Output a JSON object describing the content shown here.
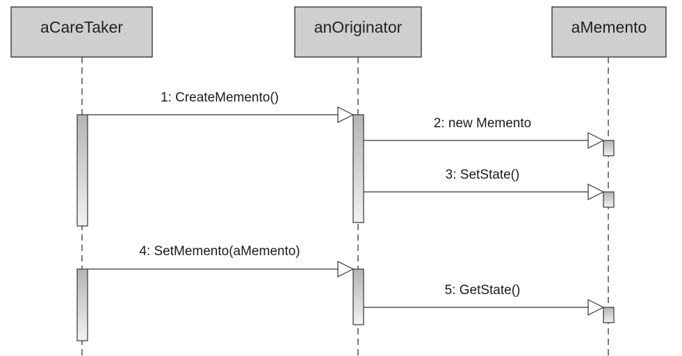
{
  "lifelines": [
    {
      "id": "caretaker",
      "title": "aCareTaker"
    },
    {
      "id": "originator",
      "title": "anOriginator"
    },
    {
      "id": "memento",
      "title": "aMemento"
    }
  ],
  "messages": [
    {
      "id": "m1",
      "label": "1: CreateMemento()",
      "from": "caretaker",
      "to": "originator"
    },
    {
      "id": "m2",
      "label": "2: new Memento",
      "from": "originator",
      "to": "memento"
    },
    {
      "id": "m3",
      "label": "3: SetState()",
      "from": "originator",
      "to": "memento"
    },
    {
      "id": "m4",
      "label": "4: SetMemento(aMemento)",
      "from": "caretaker",
      "to": "originator"
    },
    {
      "id": "m5",
      "label": "5: GetState()",
      "from": "originator",
      "to": "memento"
    }
  ],
  "colors": {
    "box_fill": "#cfcfcf",
    "activation_gradient_top": "#b4b4b4",
    "activation_gradient_bottom": "#f2f2f2"
  }
}
